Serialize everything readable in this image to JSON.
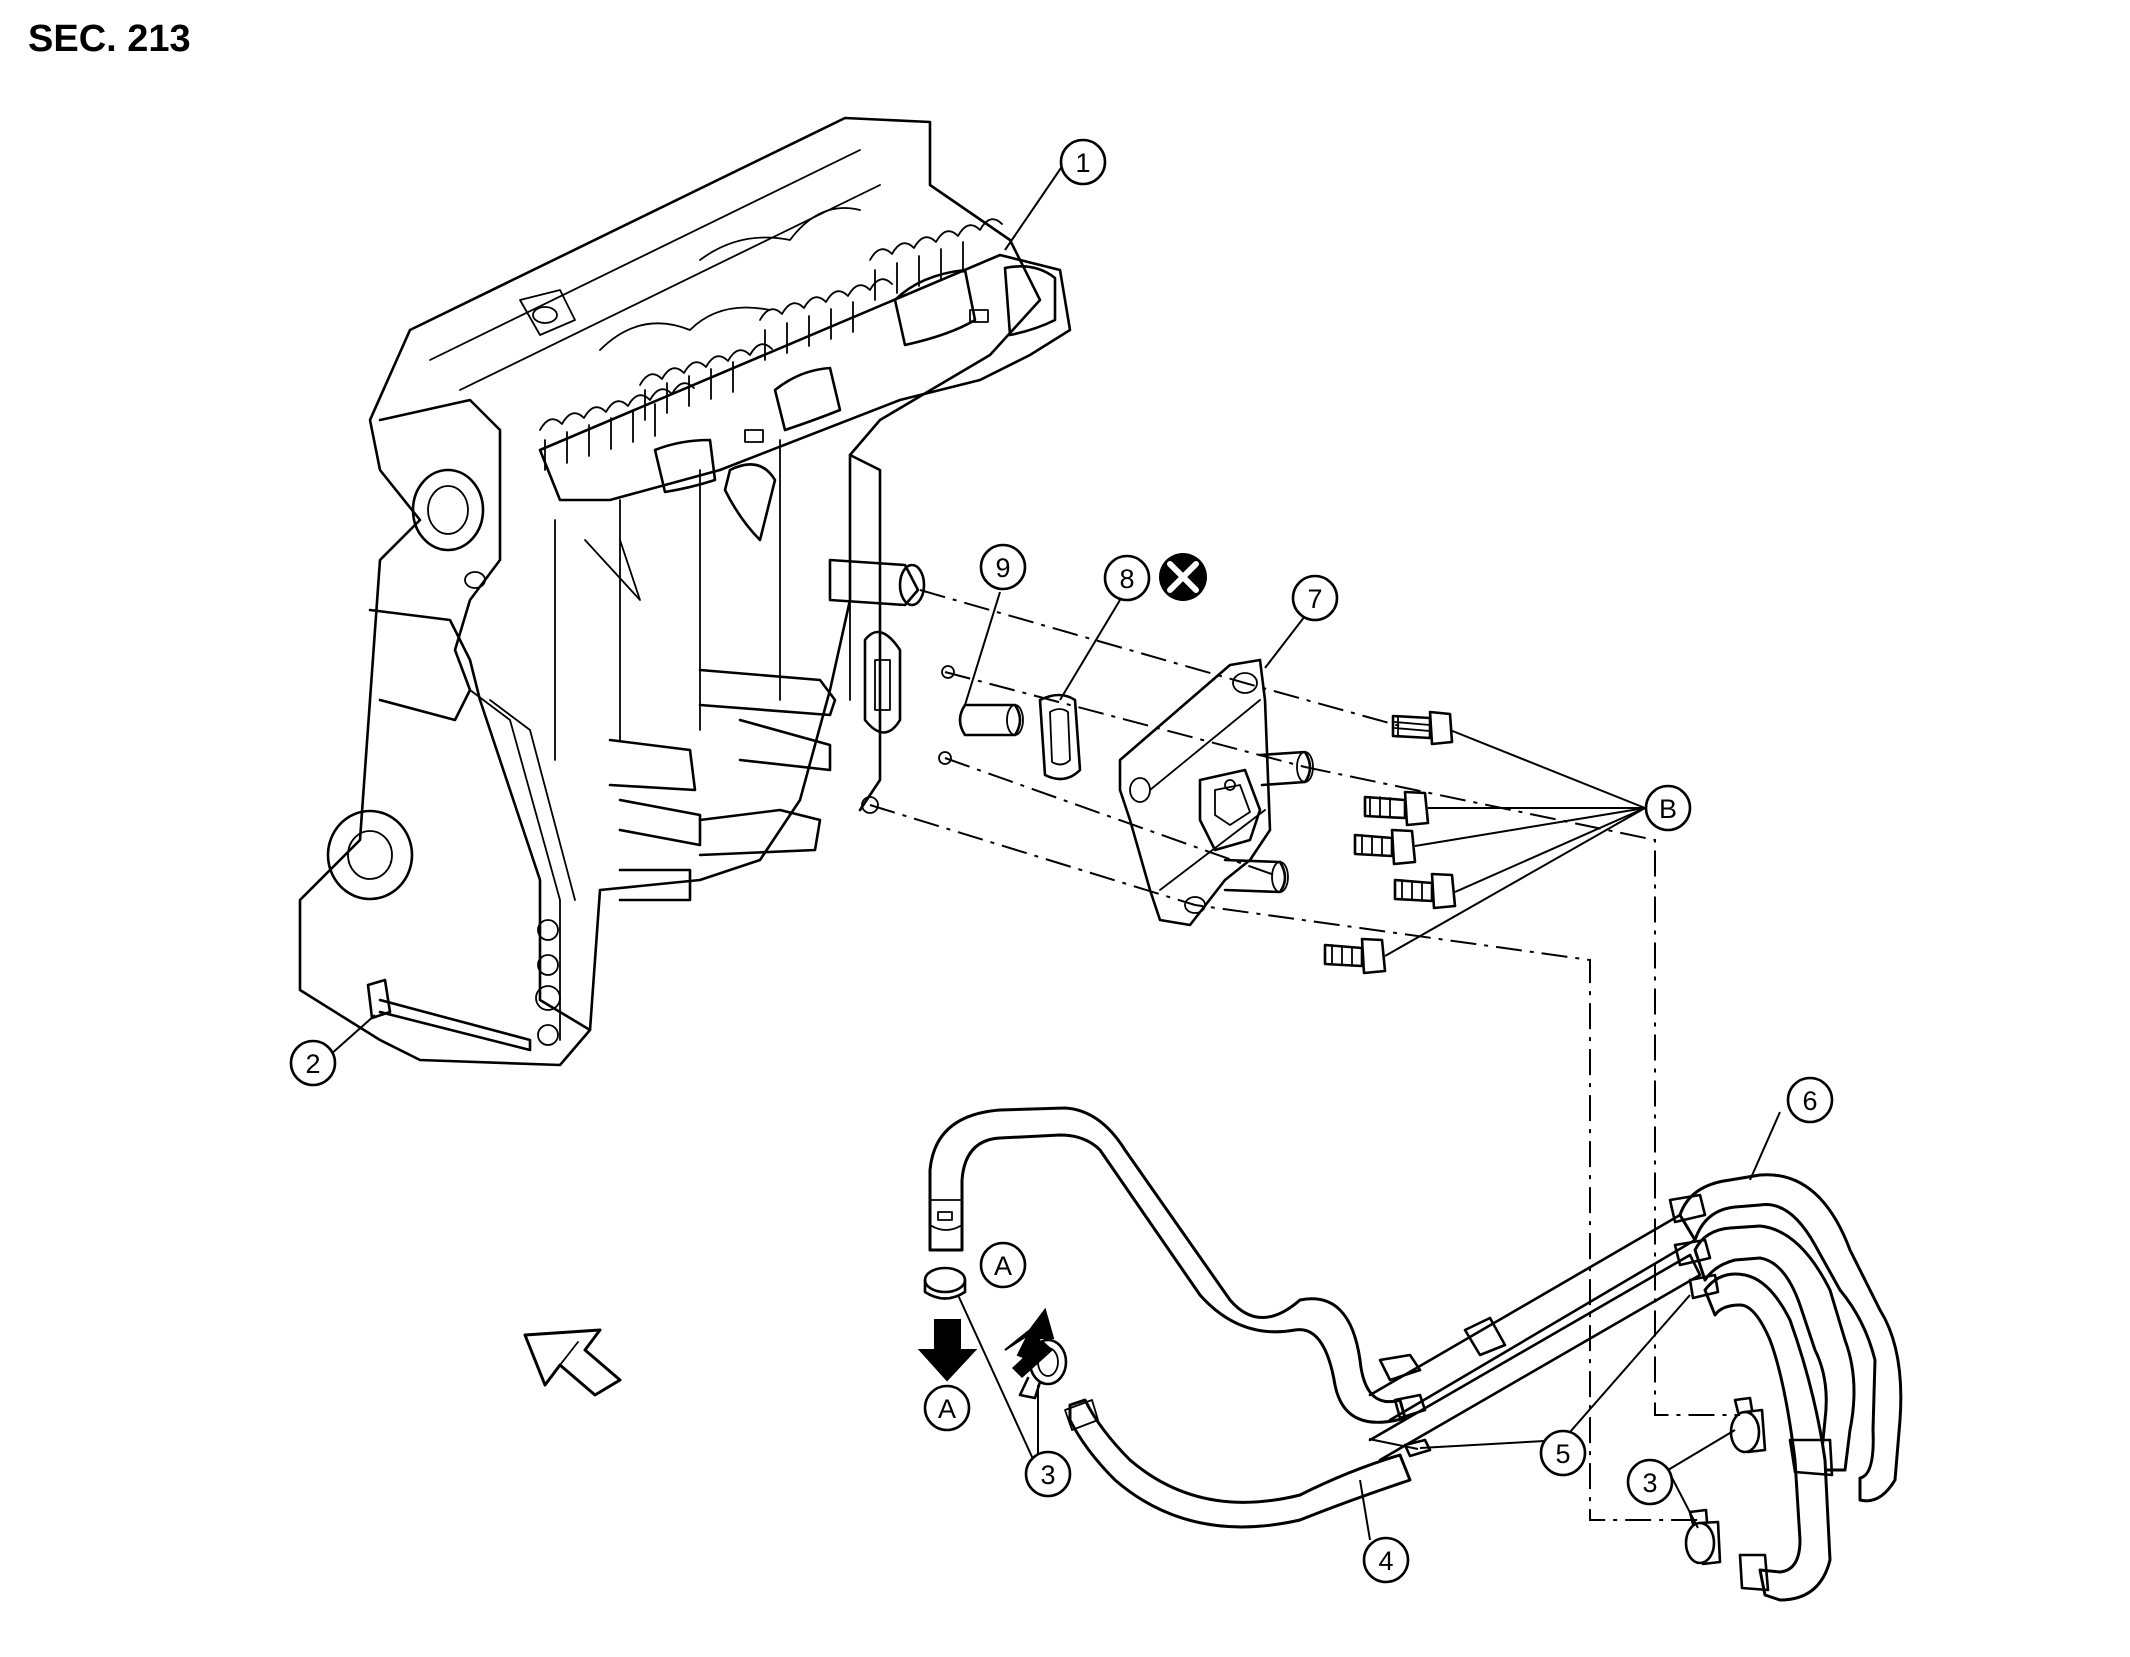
{
  "header": {
    "section": "SEC. 213"
  },
  "callouts": {
    "c1": "1",
    "c2": "2",
    "c3a": "3",
    "c3b": "3",
    "c4": "4",
    "c5": "5",
    "c6": "6",
    "c7": "7",
    "c8": "8",
    "c9": "9",
    "cA1": "A",
    "cA2": "A",
    "cB": "B"
  },
  "symbols": {
    "do_not_reuse": "x-circle-icon",
    "front_direction": "front-arrow-icon",
    "flow_in": "arrow-up-icon",
    "flow_out": "arrow-down-icon"
  }
}
